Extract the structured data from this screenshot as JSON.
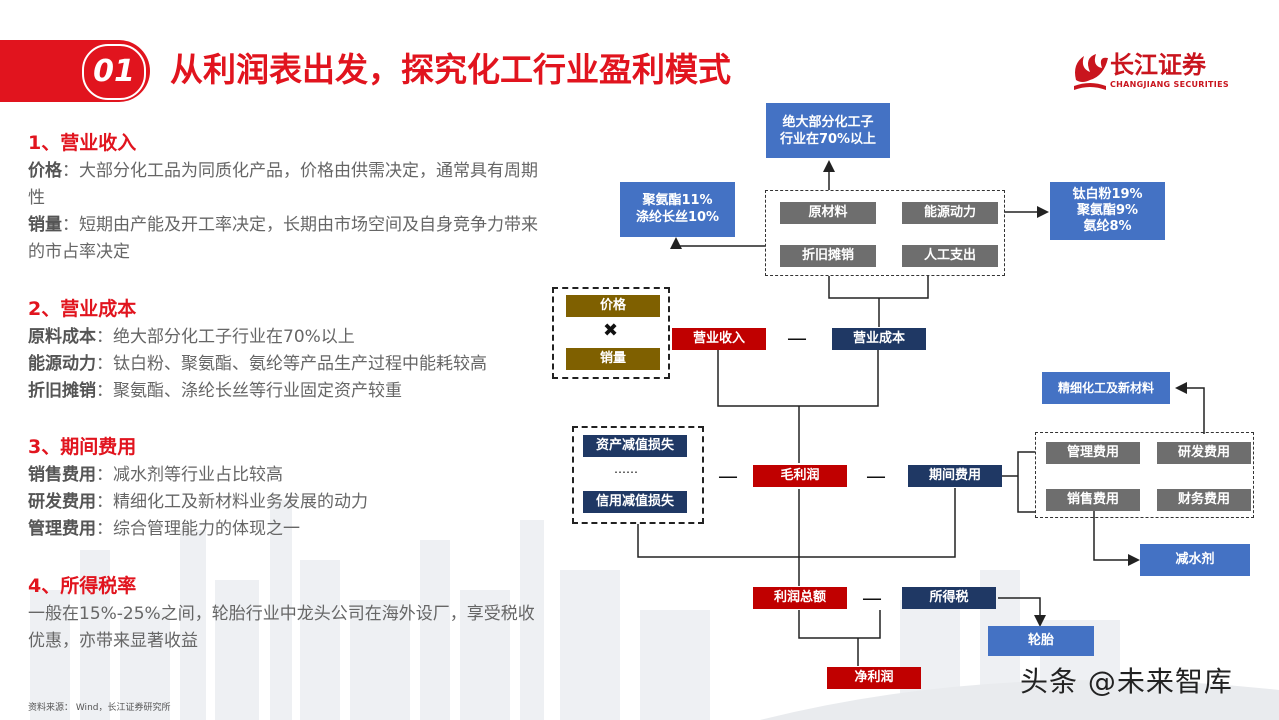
{
  "header": {
    "number": "01",
    "title": "从利润表出发，探究化工行业盈利模式",
    "logo_cn": "长江证券",
    "logo_en": "CHANGJIANG SECURITIES"
  },
  "sections": [
    {
      "title": "1、营业收入",
      "lines": [
        {
          "key": "价格",
          "text": "：大部分化工品为同质化产品，价格由供需决定，通常具有周期性"
        },
        {
          "key": "销量",
          "text": "：短期由产能及开工率决定，长期由市场空间及自身竞争力带来的市占率决定"
        }
      ]
    },
    {
      "title": "2、营业成本",
      "lines": [
        {
          "key": "原料成本",
          "text": "：绝大部分化工子行业在70%以上"
        },
        {
          "key": "能源动力",
          "text": "：钛白粉、聚氨酯、氨纶等产品生产过程中能耗较高"
        },
        {
          "key": "折旧摊销",
          "text": "：聚氨酯、涤纶长丝等行业固定资产较重"
        }
      ]
    },
    {
      "title": "3、期间费用",
      "lines": [
        {
          "key": "销售费用",
          "text": "：减水剂等行业占比较高"
        },
        {
          "key": "研发费用",
          "text": "：精细化工及新材料业务发展的动力"
        },
        {
          "key": "管理费用",
          "text": "：综合管理能力的体现之一"
        }
      ]
    },
    {
      "title": "4、所得税率",
      "lines": [
        {
          "key": "",
          "text": "一般在15%-25%之间，轮胎行业中龙头公司在海外设厂，享受税收优惠，亦带来显著收益"
        }
      ]
    }
  ],
  "diagram": {
    "raw_material_note": [
      "绝大部分化工子",
      "行业在70%以上"
    ],
    "depreciation_note": [
      "聚氨酯11%",
      "涤纶长丝10%"
    ],
    "energy_note": [
      "钛白粉19%",
      "聚氨酯9%",
      "氨纶8%"
    ],
    "cost_items": {
      "raw_material": "原材料",
      "energy": "能源动力",
      "depreciation": "折旧摊销",
      "labor": "人工支出"
    },
    "price": "价格",
    "times": "✖",
    "volume": "销量",
    "revenue": "营业收入",
    "cost": "营业成本",
    "minus": "—",
    "fine_chem": "精细化工及新材料",
    "asset_impairment": "资产减值损失",
    "ellipsis": "……",
    "credit_impairment": "信用减值损失",
    "gross_profit": "毛利润",
    "period_expense": "期间费用",
    "expense_items": {
      "admin": "管理费用",
      "rd": "研发费用",
      "sales": "销售费用",
      "finance": "财务费用"
    },
    "water_reducer": "减水剂",
    "total_profit": "利润总额",
    "income_tax": "所得税",
    "tire": "轮胎",
    "net_profit": "净利润"
  },
  "footer": "资料来源： Wind，长江证券研究所",
  "watermark": "头条 @未来智库",
  "colors": {
    "accent_red": "#e1141e",
    "box_blue": "#4472c4",
    "box_grey": "#6e6e6e",
    "box_red": "#c00000",
    "box_navy": "#1f3864",
    "box_olive": "#7f6000"
  }
}
